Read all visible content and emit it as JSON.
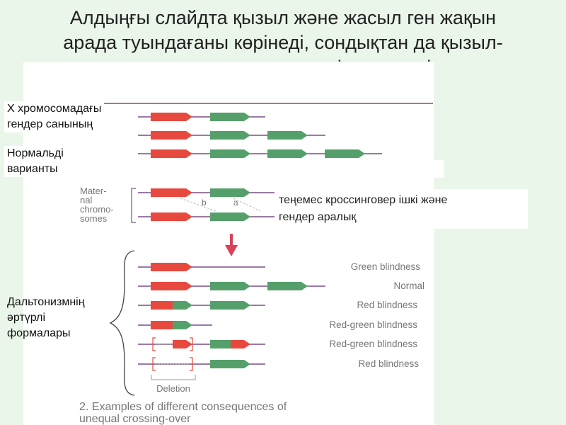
{
  "slide": {
    "title": "Алдыңғы слайдта қызыл және жасыл ген жақын арада туындағаны көрінеді, сондықтан да қызыл-жасылды соқырлық жиі кездеседі",
    "title_lines": [
      "Алдыңғы слайдта қызыл және жасыл ген жақын",
      "арада туындағаны көрінеді, сондықтан да қызыл-",
      "жасылды соқырлық жиі кездеседі"
    ]
  },
  "labels": {
    "x_chrom_line1": "Х хромосомадағы",
    "x_chrom_line2": "гендер санының",
    "normal_line1": "Нормальді",
    "normal_line2": "варианты",
    "callout_line1": "теңемес кроссинговер ішкі және",
    "callout_line2": "гендер аралық",
    "forms_line1": "Дальтонизмнің",
    "forms_line2": "әртүрлі",
    "forms_line3": "формалары"
  },
  "figure": {
    "maternal_label": [
      "Mater-",
      "nal",
      "chromo-",
      "somes"
    ],
    "crossover_marks": [
      "b",
      "a"
    ],
    "outcomes": [
      "Green blindness",
      "Normal",
      "Red blindness",
      "Red-green blindness",
      "Red-green blindness",
      "Red blindness"
    ],
    "deletion_label": "Deletion",
    "caption_line1": "2. Examples of different consequences of",
    "caption_line2": "unequal crossing-over"
  },
  "colors": {
    "red_gene": "#e8493f",
    "green_gene": "#55a06a",
    "chromosome_line": "#7a4f86",
    "arrow": "#d9435a",
    "background": "#eaf6ea"
  }
}
